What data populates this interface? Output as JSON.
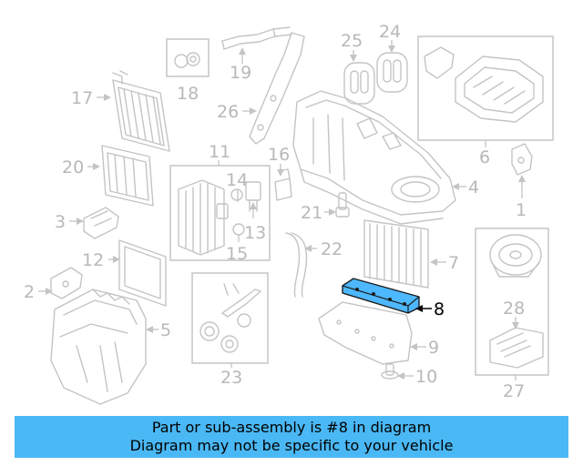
{
  "diagram": {
    "labels": {
      "l1": "1",
      "l2": "2",
      "l3": "3",
      "l4": "4",
      "l5": "5",
      "l6": "6",
      "l7": "7",
      "l8": "8",
      "l9": "9",
      "l10": "10",
      "l11": "11",
      "l12": "12",
      "l13": "13",
      "l14": "14",
      "l15": "15",
      "l16": "16",
      "l17": "17",
      "l18": "18",
      "l19": "19",
      "l20": "20",
      "l21": "21",
      "l22": "22",
      "l23": "23",
      "l24": "24",
      "l25": "25",
      "l26": "26",
      "l27": "27",
      "l28": "28"
    },
    "highlighted_part": "8",
    "colors": {
      "highlight_fill": "#4db8ff",
      "line_gray": "#c4c4c4",
      "banner": "#4ab8f5"
    }
  },
  "banner": {
    "line1": "Part or sub-assembly is #8 in diagram",
    "line2": "Diagram may not be specific to your vehicle"
  }
}
